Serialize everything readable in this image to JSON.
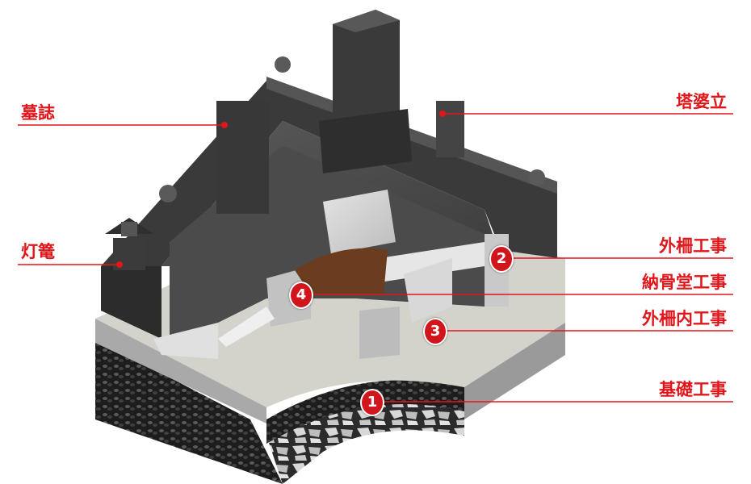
{
  "labels": {
    "boshi": "墓誌",
    "toro": "灯篭",
    "tobatate": "塔婆立",
    "gaisaku": "外柵工事",
    "nokotsudo": "納骨堂工事",
    "gaisakunai": "外柵内工事",
    "kiso": "基礎工事"
  },
  "badges": {
    "b1": "1",
    "b2": "2",
    "b3": "3",
    "b4": "4"
  },
  "colors": {
    "accent": "#e0161b",
    "granite_dark": "#4a4a4a",
    "granite_light": "#cfcfcf",
    "soil": "#6b3c1e",
    "gravel": "#2a2a2a"
  }
}
